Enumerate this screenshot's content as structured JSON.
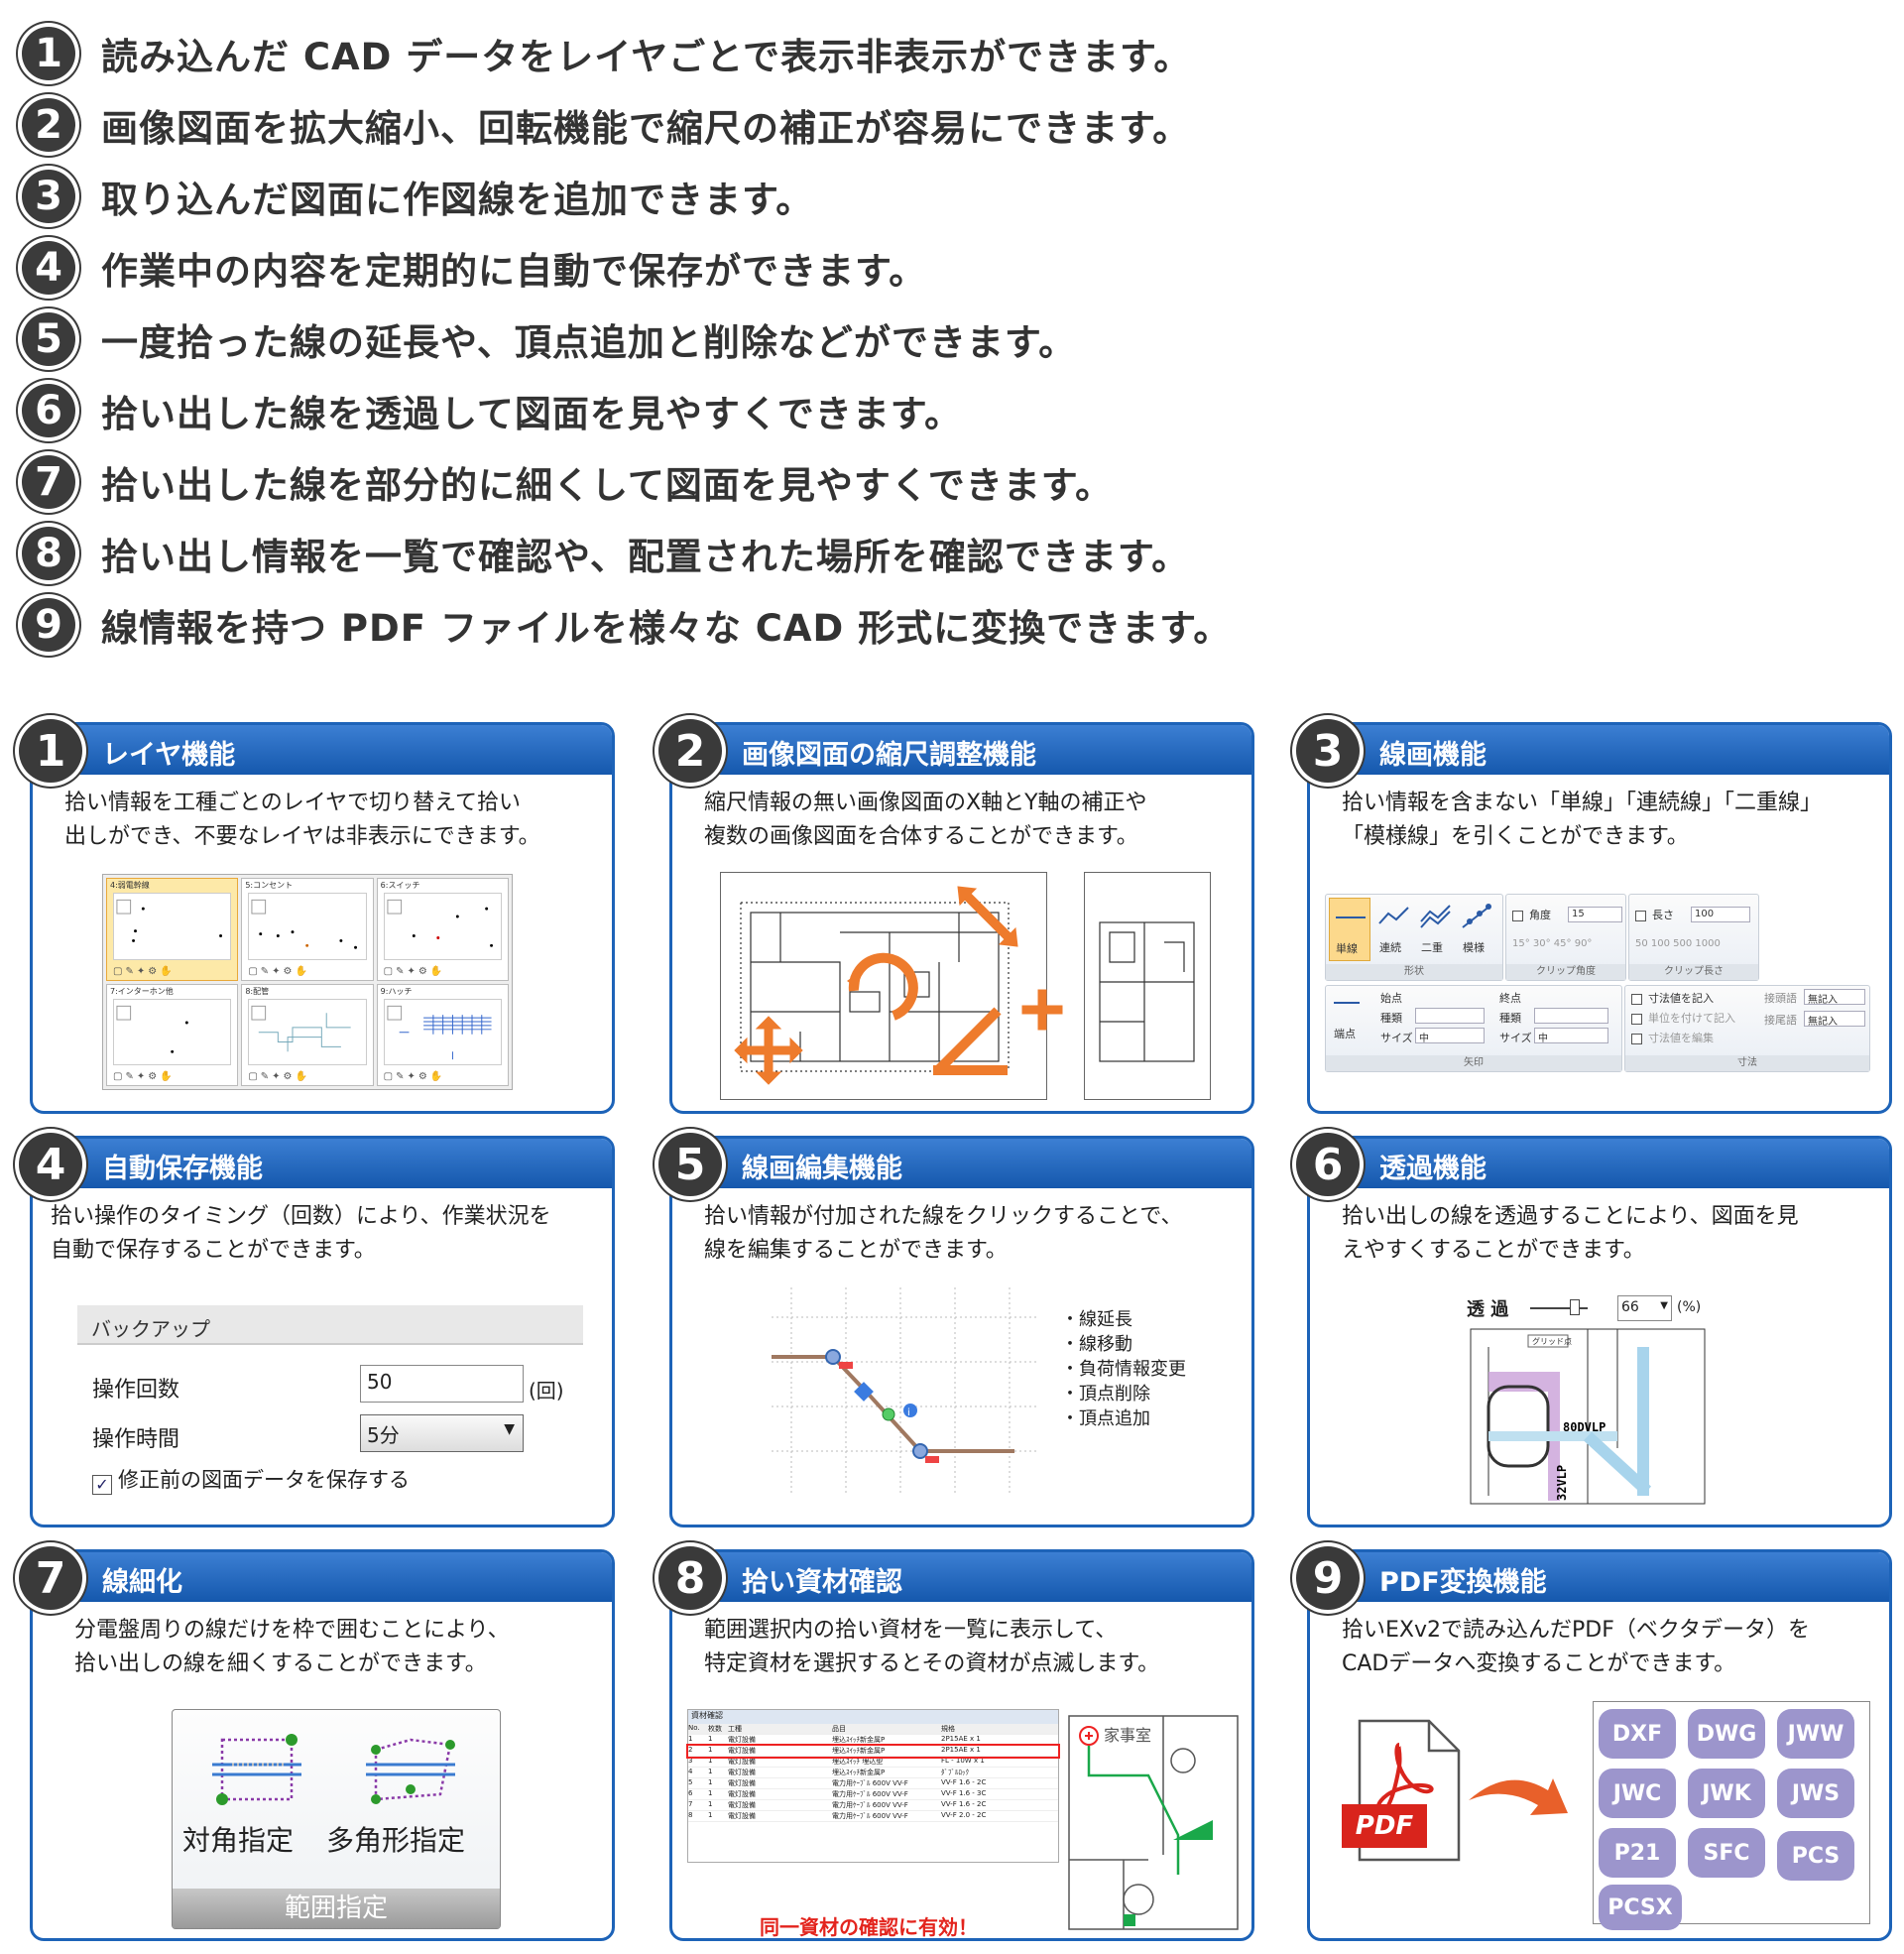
{
  "top_list": [
    {
      "num": "1",
      "text": "読み込んだ CAD データをレイヤごとで表示非表示ができます。"
    },
    {
      "num": "2",
      "text": "画像図面を拡大縮小、回転機能で縮尺の補正が容易にできます。"
    },
    {
      "num": "3",
      "text": "取り込んだ図面に作図線を追加できます。"
    },
    {
      "num": "4",
      "text": "作業中の内容を定期的に自動で保存ができます。"
    },
    {
      "num": "5",
      "text": "一度拾った線の延長や、頂点追加と削除などができます。"
    },
    {
      "num": "6",
      "text": "拾い出した線を透過して図面を見やすくできます。"
    },
    {
      "num": "7",
      "text": "拾い出した線を部分的に細くして図面を見やすくできます。"
    },
    {
      "num": "8",
      "text": "拾い出し情報を一覧で確認や、配置された場所を確認できます。"
    },
    {
      "num": "9",
      "text": "線情報を持つ PDF ファイルを様々な CAD 形式に変換できます。"
    }
  ],
  "cards": {
    "c1": {
      "num": "1",
      "title": "レイヤ機能",
      "desc1": "拾い情報を工種ごとのレイヤで切り替えて拾い",
      "desc2": "出しができ、不要なレイヤは非表示にできます。",
      "layers": [
        "4:弱電幹線",
        "5:コンセント",
        "6:スイッチ",
        "7:インターホン他",
        "8:配管",
        "9:ハッチ"
      ]
    },
    "c2": {
      "num": "2",
      "title": "画像図面の縮尺調整機能",
      "desc1": "縮尺情報の無い画像図面のX軸とY軸の補正や",
      "desc2": "複数の画像図面を合体することができます。"
    },
    "c3": {
      "num": "3",
      "title": "線画機能",
      "desc1": "拾い情報を含まない「単線」「連続線」「二重線」",
      "desc2": "「模様線」を引くことができます。",
      "ribbon": {
        "shapes": [
          "単線",
          "連続",
          "二重",
          "模様"
        ],
        "shape_caption": "形状",
        "angle_label": "角度",
        "angle_value": "15",
        "angle_presets": "15° 30° 45° 90°",
        "angle_caption": "クリップ角度",
        "length_label": "長さ",
        "length_value": "100",
        "length_presets": "50 100 500 1000",
        "length_caption": "クリップ長さ",
        "endpoint": "端点",
        "start": "始点",
        "end": "終点",
        "kind": "種類",
        "size": "サイズ",
        "size_value": "中",
        "arrow_caption": "矢印",
        "dim1": "寸法値を記入",
        "dim2": "単位を付けて記入",
        "dim3": "寸法値を編集",
        "prefix": "接頭語",
        "suffix": "接尾語",
        "none": "無記入",
        "dim_caption": "寸法"
      }
    },
    "c4": {
      "num": "4",
      "title": "自動保存機能",
      "desc1": "拾い操作のタイミング（回数）により、作業状況を",
      "desc2": "自動で保存することができます。",
      "backup_head": "バックアップ",
      "ops_label": "操作回数",
      "ops_value": "50",
      "ops_unit": "(回)",
      "time_label": "操作時間",
      "time_value": "5分",
      "save_label": "修正前の図面データを保存する"
    },
    "c5": {
      "num": "5",
      "title": "線画編集機能",
      "desc1": "拾い情報が付加された線をクリックすることで、",
      "desc2": "線を編集することができます。",
      "features": [
        "・線延長",
        "・線移動",
        "・負荷情報変更",
        "・頂点削除",
        "・頂点追加"
      ]
    },
    "c6": {
      "num": "6",
      "title": "透過機能",
      "desc1": "拾い出しの線を透過することにより、図面を見",
      "desc2": "えやすくすることができます。",
      "trans_label": "透 過",
      "trans_value": "66",
      "trans_unit": "(%)",
      "grid_label": "グリッド点",
      "pipe1": "80DVLP",
      "pipe2": "32VLP"
    },
    "c7": {
      "num": "7",
      "title": "線細化",
      "desc1": "分電盤周りの線だけを枠で囲むことにより、",
      "desc2": "拾い出しの線を細くすることができます。",
      "opt1": "対角指定",
      "opt2": "多角形指定",
      "range": "範囲指定"
    },
    "c8": {
      "num": "8",
      "title": "拾い資材確認",
      "desc1": "範囲選択内の拾い資材を一覧に表示して、",
      "desc2": "特定資材を選択するとその資材が点滅します。",
      "note": "同一資材の確認に有効！",
      "table_title": "資材確認",
      "room": "家事室",
      "headers": [
        "No.",
        "枚数",
        "工種",
        "品目",
        "規格"
      ],
      "rows": [
        [
          "1",
          "1",
          "電灯設備",
          "埋込ｽｲｯﾁ新金属P",
          "2P15AE x 1"
        ],
        [
          "2",
          "1",
          "電灯設備",
          "埋込ｽｲｯﾁ新金属P",
          "2P15AE x 1"
        ],
        [
          "3",
          "1",
          "電灯設備",
          "埋込ｽｲｯﾁ 埋込型",
          "FL - 10W x 1"
        ],
        [
          "4",
          "1",
          "電灯設備",
          "埋込ｽｲｯﾁ新金属P",
          "ﾀﾞﾌﾞﾙﾛｯｸ"
        ],
        [
          "5",
          "1",
          "電灯設備",
          "電力用ｹｰﾌﾞﾙ 600V VV-F",
          "VV-F 1.6 - 2C"
        ],
        [
          "6",
          "1",
          "電灯設備",
          "電力用ｹｰﾌﾞﾙ 600V VV-F",
          "VV-F 1.6 - 3C"
        ],
        [
          "7",
          "1",
          "電灯設備",
          "電力用ｹｰﾌﾞﾙ 600V VV-F",
          "VV-F 1.6 - 2C"
        ],
        [
          "8",
          "1",
          "電灯設備",
          "電力用ｹｰﾌﾞﾙ 600V VV-F",
          "VV-F 2.0 - 2C"
        ]
      ]
    },
    "c9": {
      "num": "9",
      "title": "PDF変換機能",
      "desc1": "拾いEXv2で読み込んだPDF（ベクタデータ）を",
      "desc2": "CADデータへ変換することができます。",
      "pdf_label": "PDF",
      "formats": [
        "DXF",
        "DWG",
        "JWW",
        "JWC",
        "JWK",
        "JWS",
        "P21",
        "SFC",
        "PCS",
        "PCSX"
      ]
    }
  },
  "colors": {
    "accent": "#1d63b8",
    "orange": "#ee7b2c",
    "pill": "#9c95cc",
    "pdf_red": "#d9241c"
  }
}
